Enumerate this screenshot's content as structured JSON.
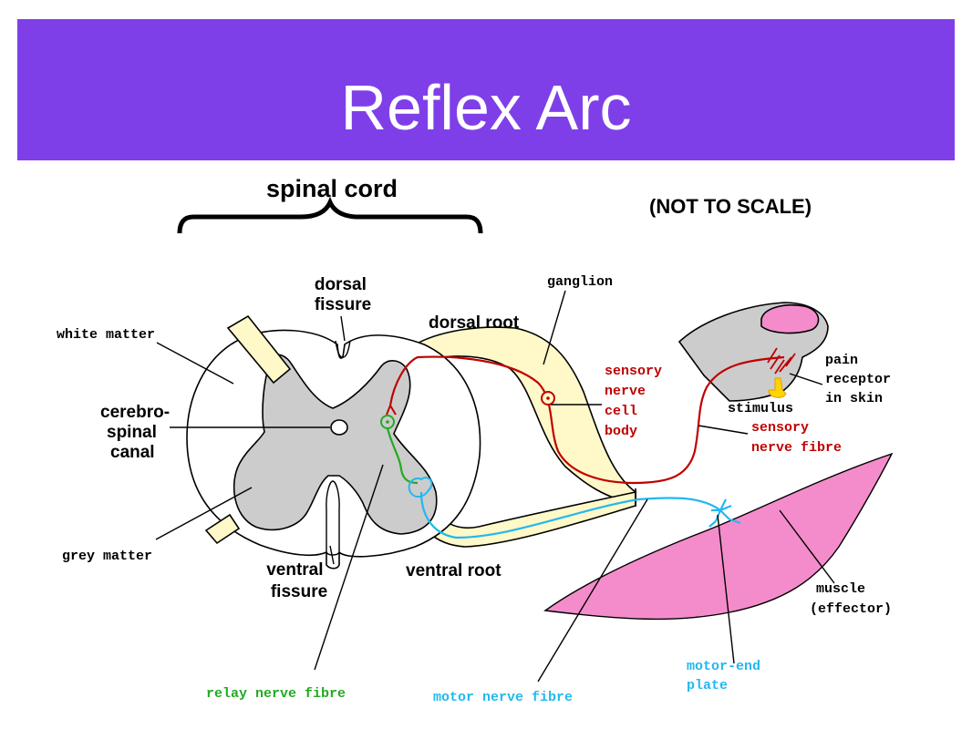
{
  "title": "Reflex Arc",
  "colors": {
    "header_bg": "#7f3fe8",
    "grey_matter": "#cccccc",
    "root_fill": "#fff8c8",
    "muscle": "#f48ccb",
    "sensory": "#c00000",
    "relay": "#22aa22",
    "motor": "#22b8f0",
    "stimulus": "#ffd400"
  },
  "labels": {
    "spinal_cord": "spinal cord",
    "not_to_scale": "(NOT TO SCALE)",
    "dorsal_fissure": [
      "dorsal",
      "fissure"
    ],
    "white_matter": "white matter",
    "cerebrospinal_canal": [
      "cerebro-",
      "spinal",
      "canal"
    ],
    "grey_matter": "grey matter",
    "ventral_fissure": [
      "ventral",
      "fissure"
    ],
    "dorsal_root": "dorsal root",
    "ventral_root": "ventral root",
    "ganglion": "ganglion",
    "sensory_nerve_cell_body": [
      "sensory",
      "nerve",
      "cell",
      "body"
    ],
    "pain_receptor": [
      "pain",
      "receptor",
      "in skin"
    ],
    "stimulus": "stimulus",
    "sensory_nerve_fibre": [
      "sensory",
      "nerve fibre"
    ],
    "muscle": [
      "muscle",
      "(effector)"
    ],
    "motor_end_plate": [
      "motor-end",
      "plate"
    ],
    "relay_nerve_fibre": "relay nerve fibre",
    "motor_nerve_fibre": "motor nerve fibre"
  }
}
